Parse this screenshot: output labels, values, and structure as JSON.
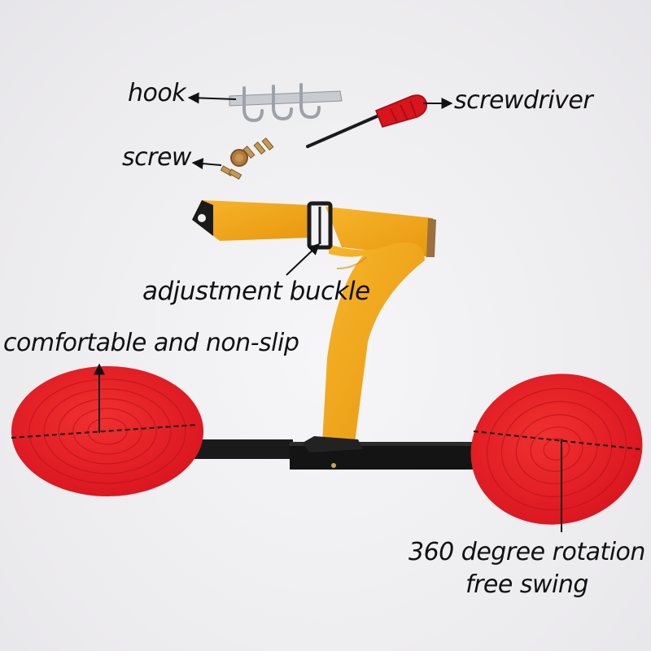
{
  "labels": {
    "hook": "hook",
    "screwdriver": "screwdriver",
    "screw": "screw",
    "adjustment_buckle": "adjustment buckle",
    "comfortable": "comfortable and non-slip",
    "rotation_line1": "360 degree rotation",
    "rotation_line2": "free swing"
  },
  "colors": {
    "pedal": "#e8202a",
    "strap": "#f2a81c",
    "bar": "#141414",
    "screwdriver_handle": "#d8141c",
    "hook_metal": "#b9bcc2"
  }
}
